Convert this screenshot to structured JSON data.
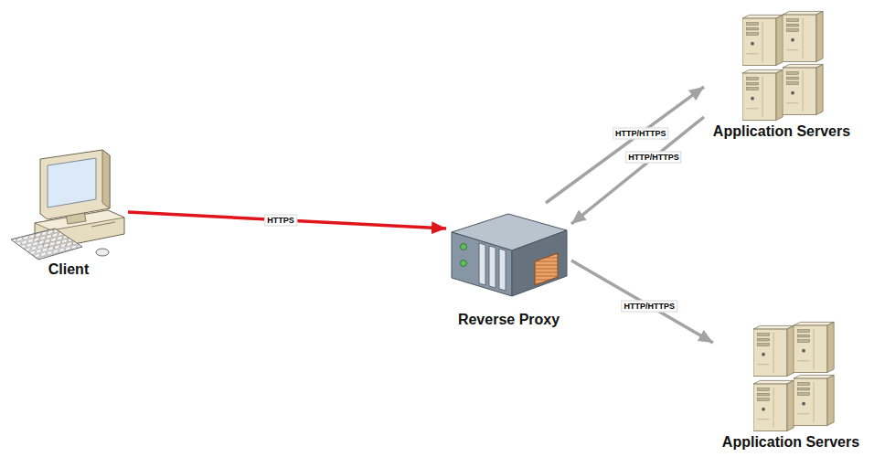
{
  "diagram": {
    "nodes": [
      {
        "text": [
          "Client"
        ]
      },
      {
        "text": [
          "Reverse Proxy"
        ]
      },
      {
        "text": [
          "Application Servers"
        ]
      },
      {
        "text": [
          "Application Servers"
        ]
      }
    ],
    "edges": [
      {
        "from": 0,
        "to": 1,
        "label": "HTTPS",
        "arrow": "to"
      },
      {
        "from": 1,
        "to": 2,
        "label": "HTTP/HTTPS",
        "arrow": "to"
      },
      {
        "from": 2,
        "to": 1,
        "label": "HTTP/HTTPS",
        "arrow": "to"
      },
      {
        "from": 1,
        "to": 3,
        "label": "HTTP/HTTPS",
        "arrow": "to"
      }
    ]
  }
}
